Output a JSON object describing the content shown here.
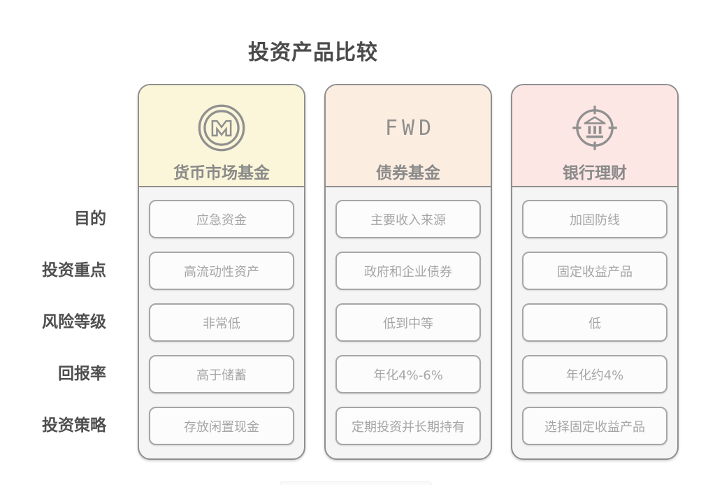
{
  "title": "投资产品比较",
  "row_labels": [
    "目的",
    "投资重点",
    "风险等级",
    "回报率",
    "投资策略"
  ],
  "columns": [
    {
      "name": "货币市场基金",
      "icon": "m-circle-icon",
      "header_bg": "#FBF6D9",
      "cells": [
        "应急资金",
        "高流动性资产",
        "非常低",
        "高于储蓄",
        "存放闲置现金"
      ]
    },
    {
      "name": "债券基金",
      "logo_text": "FWD",
      "header_bg": "#FBEDE0",
      "cells": [
        "主要收入来源",
        "政府和企业债券",
        "低到中等",
        "年化4%-6%",
        "定期投资并长期持有"
      ]
    },
    {
      "name": "银行理财",
      "icon": "bank-target-icon",
      "header_bg": "#FCE7E4",
      "cells": [
        "加固防线",
        "固定收益产品",
        "低",
        "年化约4%",
        "选择固定收益产品"
      ]
    }
  ],
  "colors": {
    "card_border": "#8F8F8F",
    "cell_border": "#A6A6A6",
    "card_body_bg": "#F5F5F5",
    "cell_bg": "#FCFCFC",
    "title_text": "#4A4A4A",
    "header_title_text": "#8A8A8A",
    "cell_text": "#A6A6A6",
    "icon_stroke": "#909090"
  }
}
